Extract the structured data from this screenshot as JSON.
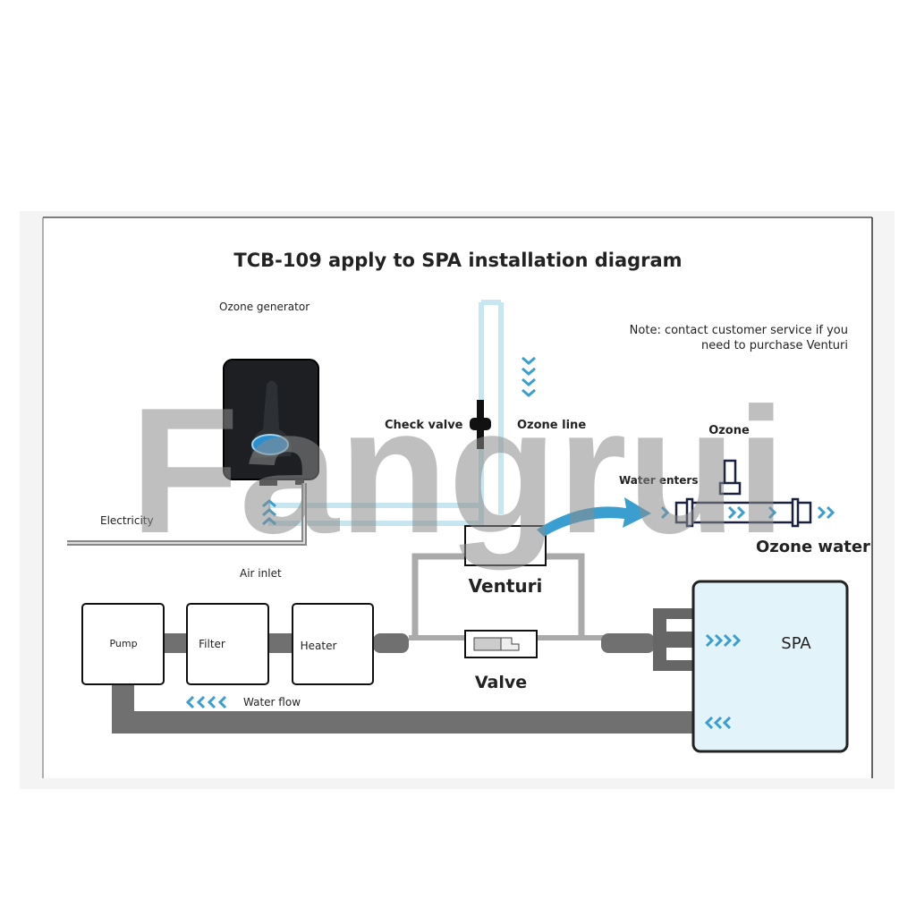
{
  "title": "TCB-109 apply to SPA installation diagram",
  "note": {
    "line1": "Note: contact customer service if you",
    "line2": "need to purchase Venturi"
  },
  "labels": {
    "ozone_generator": "Ozone generator",
    "check_valve": "Check valve",
    "ozone_line": "Ozone line",
    "electricity": "Electricity",
    "air_inlet": "Air inlet",
    "venturi": "Venturi",
    "ozone": "Ozone",
    "water_enters": "Water enters",
    "ozone_water": "Ozone water",
    "pump": "Pump",
    "filter": "Filter",
    "heater": "Heater",
    "valve": "Valve",
    "spa": "SPA",
    "water_flow": "Water flow"
  },
  "watermark": "Fangrui",
  "colors": {
    "pipe": "#707070",
    "ozone_line": "#bfe3ee",
    "arrow": "#3a9fd0",
    "spa_fill": "#e3f3fa"
  }
}
